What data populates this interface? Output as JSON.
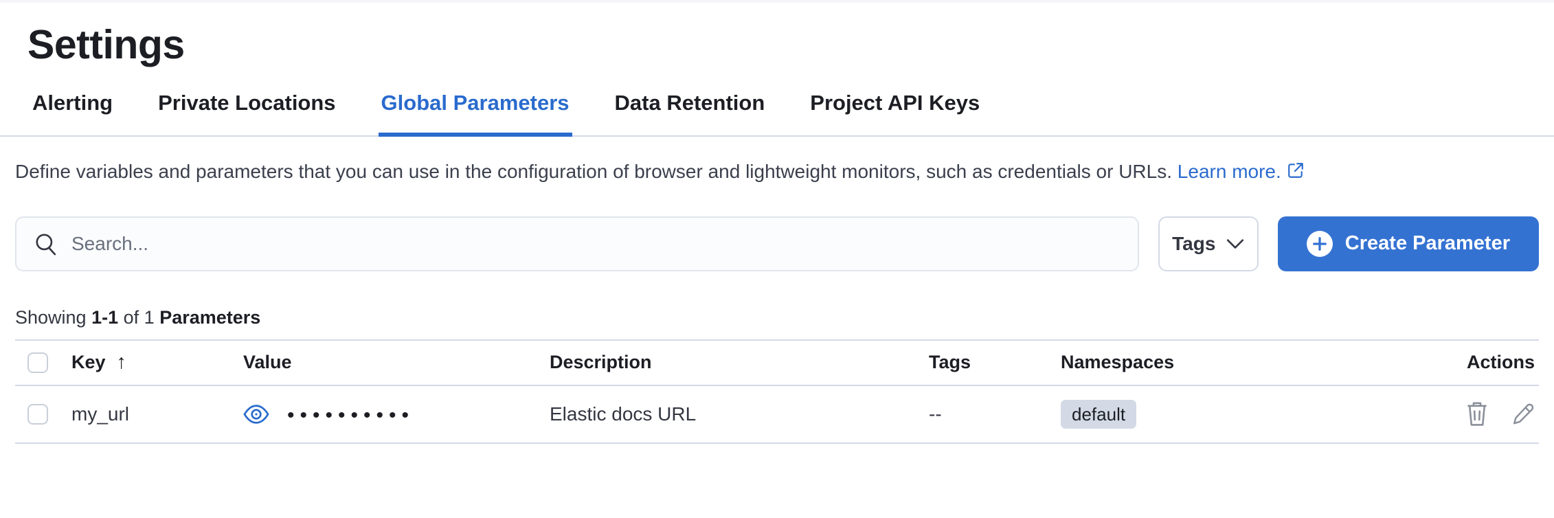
{
  "colors": {
    "accent_blue": "#2a6bcd",
    "button_blue": "#3472d2",
    "divider": "#d3dae6",
    "badge_bg": "#d3dae6",
    "text_dark": "#343741",
    "heading": "#1d1e24",
    "icon_gray": "#8a8f99"
  },
  "page": {
    "title": "Settings"
  },
  "tabs": [
    {
      "label": "Alerting",
      "selected": false
    },
    {
      "label": "Private Locations",
      "selected": false
    },
    {
      "label": "Global Parameters",
      "selected": true
    },
    {
      "label": "Data Retention",
      "selected": false
    },
    {
      "label": "Project API Keys",
      "selected": false
    }
  ],
  "description": {
    "text": "Define variables and parameters that you can use in the configuration of browser and lightweight monitors, such as credentials or URLs.",
    "link_label": "Learn more."
  },
  "toolbar": {
    "search_placeholder": "Search...",
    "tags_label": "Tags",
    "create_label": "Create Parameter"
  },
  "summary": {
    "showing": "Showing",
    "range": "1-1",
    "of": "of 1",
    "entity": "Parameters"
  },
  "table": {
    "headers": {
      "key": "Key",
      "value": "Value",
      "description": "Description",
      "tags": "Tags",
      "namespaces": "Namespaces",
      "actions": "Actions"
    },
    "sort_arrow": "↑",
    "row": {
      "key": "my_url",
      "masked_value": "••••••••••",
      "description": "Elastic docs URL",
      "tags": "--",
      "namespace": "default"
    }
  }
}
